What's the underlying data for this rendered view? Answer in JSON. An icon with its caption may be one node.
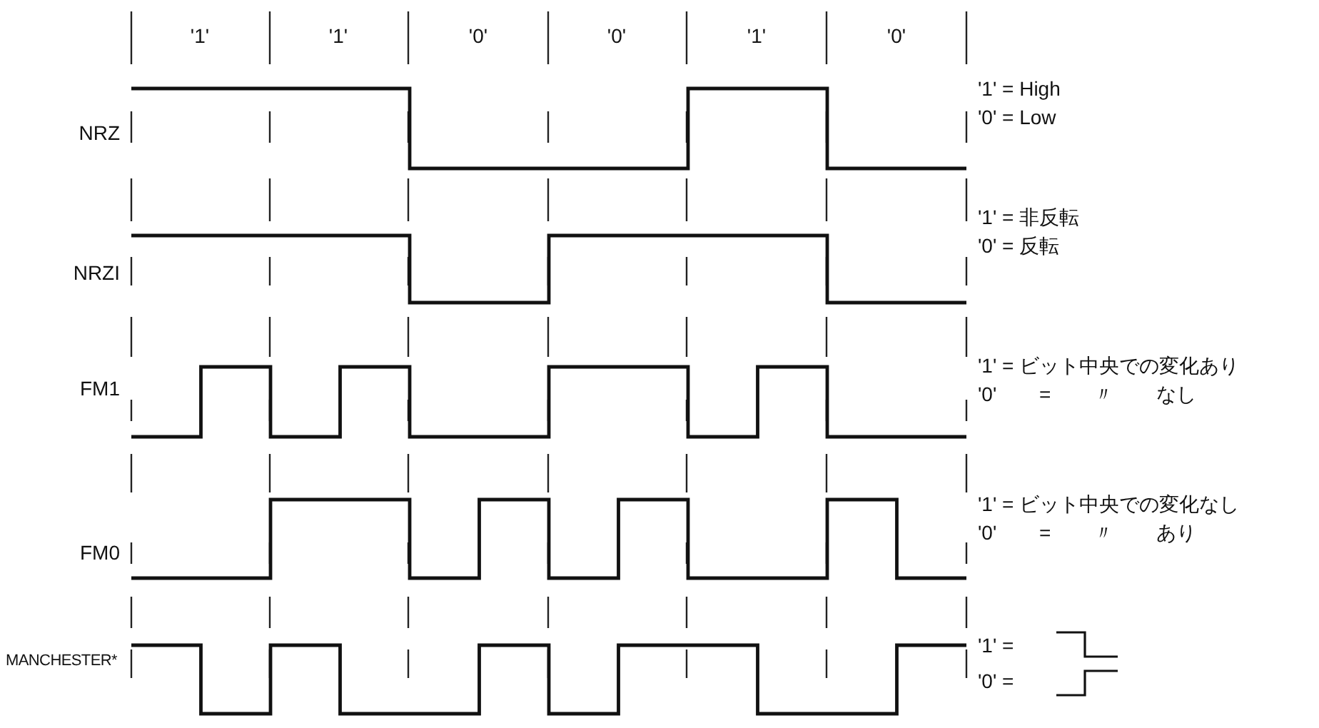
{
  "diagram": {
    "labels": [
      "'1'",
      "'1'",
      "'0'",
      "'0'",
      "'1'",
      "'0'",
      "'1' = High",
      "'0' = Low",
      "NRZ",
      "'1' = 非反転",
      "'0' = 反転",
      "NRZI",
      "'1' = ビット中央での変化あり",
      "FM1",
      "'0' = 〃 なし",
      "'1' = ビット中央での変化なし",
      "FM0",
      "'0' = 〃 あり",
      "MANCHESTER*",
      "'1' =",
      "'0' ="
    ]
  }
}
